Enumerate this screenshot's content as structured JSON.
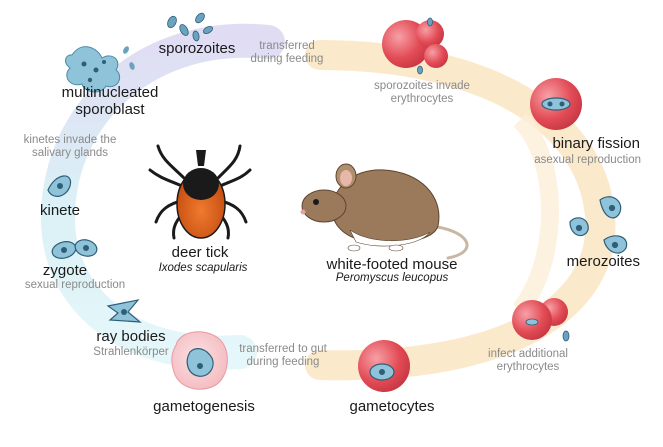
{
  "colors": {
    "tick_arc_purple": "#d8d6f0",
    "tick_arc_cyan": "#d6f1f5",
    "mouse_arc_yellow": "#fbe7c6",
    "erythrocyte_red": "#e24b55",
    "parasite_blue": "#6aa3c0",
    "tick_orange": "#e0601a",
    "mouse_brown": "#9b7a5c"
  },
  "icons": {
    "tick": "deer-tick-icon",
    "mouse": "white-footed-mouse-icon",
    "sporozoites": "sporozoites-icon",
    "sporoblast": "multinucleated-sporoblast-icon",
    "kinete": "kinete-icon",
    "zygote": "zygote-icon",
    "ray_bodies": "ray-bodies-icon",
    "gametogenesis": "gametogenesis-cell-icon",
    "gametocytes": "gametocyte-erythrocyte-icon",
    "infect": "infected-erythrocytes-icon",
    "merozoites": "merozoites-icon",
    "binary_fission": "binary-fission-erythrocyte-icon",
    "invade": "invaded-erythrocytes-icon"
  },
  "labels": {
    "sporozoites": "sporozoites",
    "transferred_feeding": "transferred\nduring feeding",
    "sporozoites_invade": "sporozoites invade\nerythrocytes",
    "binary_fission": "binary fission",
    "asexual_reproduction": "asexual reproduction",
    "merozoites": "merozoites",
    "infect_additional": "infect additional\nerythrocytes",
    "gametocytes": "gametocytes",
    "gametogenesis": "gametogenesis",
    "transferred_gut": "transferred to gut\nduring feeding",
    "ray_bodies": "ray bodies",
    "strahlenkorper": "Strahlenkörper",
    "zygote": "zygote",
    "sexual_reproduction": "sexual reproduction",
    "kinete": "kinete",
    "kinetes_invade": "kinetes invade the\nsalivary glands",
    "multinucleated_sporoblast": "multinucleated\nsporoblast",
    "deer_tick": "deer tick",
    "ixodes": "Ixodes scapularis",
    "white_footed_mouse": "white-footed mouse",
    "peromyscus": "Peromyscus leucopus"
  }
}
